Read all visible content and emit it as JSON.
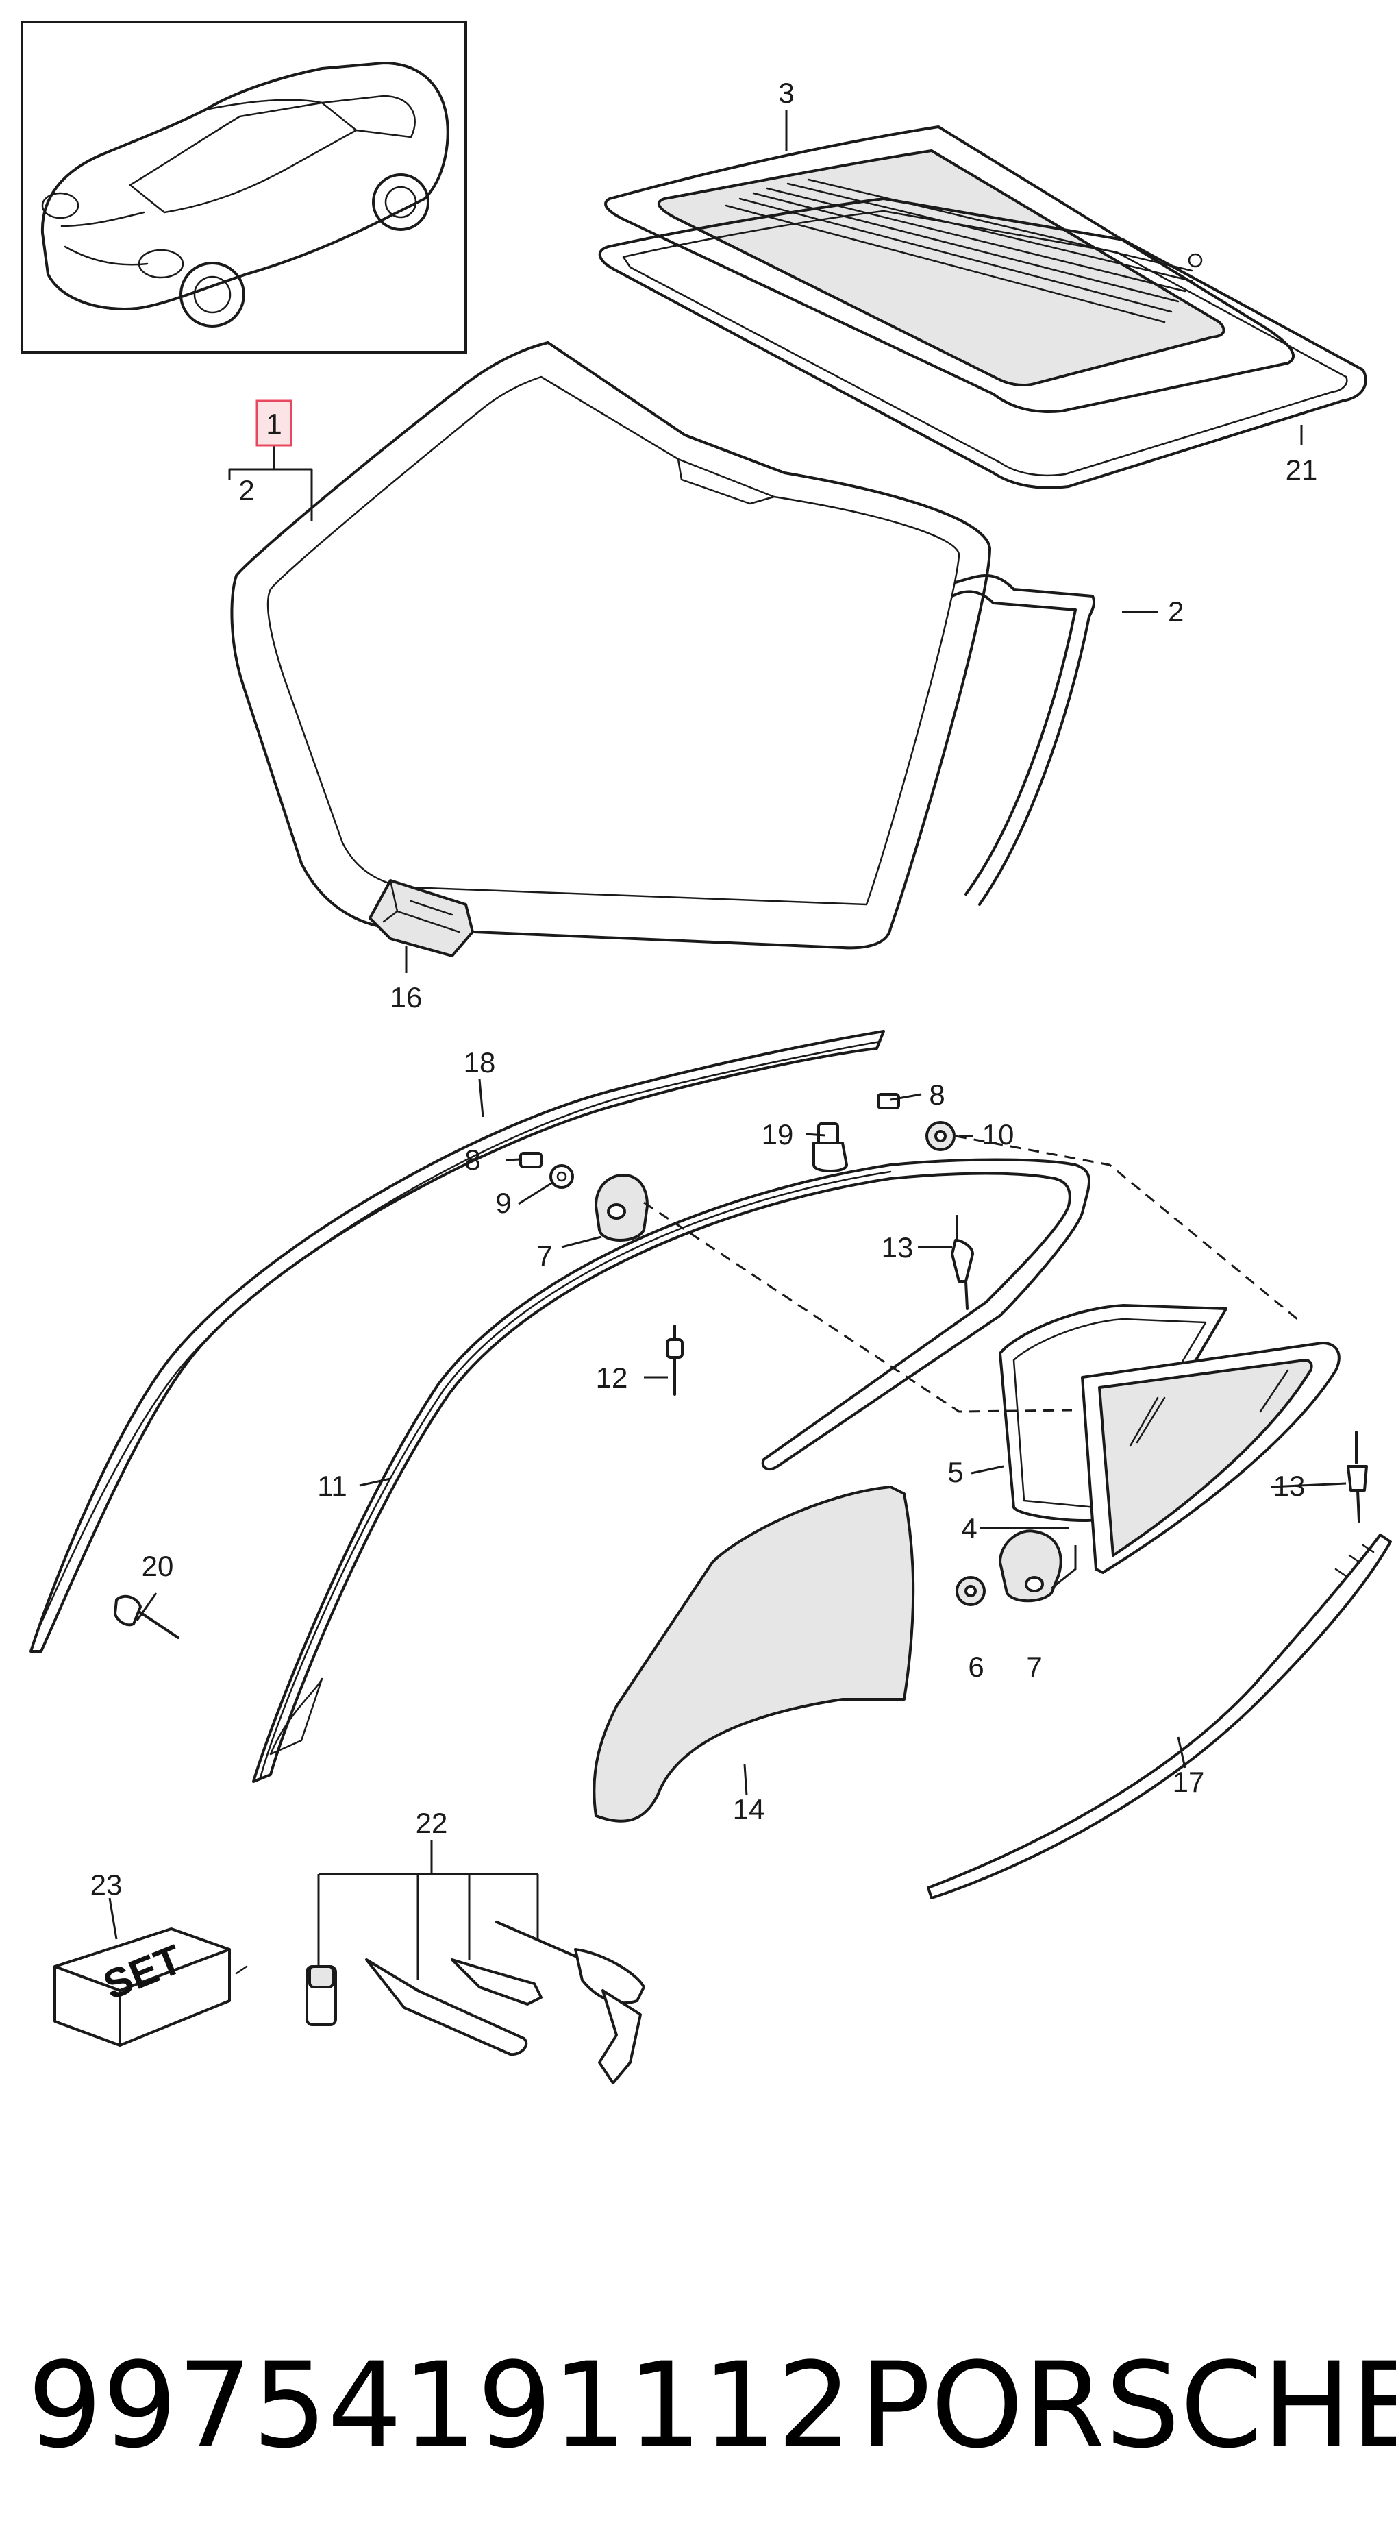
{
  "callouts": {
    "c1": "1",
    "c2a": "2",
    "c2b": "2",
    "c3": "3",
    "c4": "4",
    "c5": "5",
    "c6": "6",
    "c7a": "7",
    "c7b": "7",
    "c8a": "8",
    "c8b": "8",
    "c9": "9",
    "c10": "10",
    "c11": "11",
    "c12": "12",
    "c13a": "13",
    "c13b": "13",
    "c14": "14",
    "c16": "16",
    "c17": "17",
    "c18": "18",
    "c19": "19",
    "c20": "20",
    "c21": "21",
    "c22": "22",
    "c23": "23"
  },
  "kit_box_label": "SET",
  "footer": {
    "part_number": "99754191112",
    "brand": "PORSCHE"
  },
  "colors": {
    "line": "#1a1a1a",
    "highlight_box": "#e8485f",
    "highlight_fill": "#fbe3e6",
    "glass_fill": "#e6e6e6"
  }
}
